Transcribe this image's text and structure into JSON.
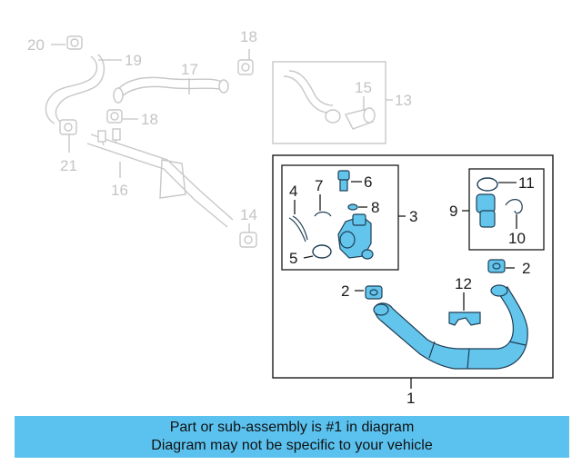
{
  "caption": {
    "line1": "Part or sub-assembly is #1 in diagram",
    "line2": "Diagram may not be specific to your vehicle"
  },
  "callouts": {
    "c20": "20",
    "c19": "19",
    "c18a": "18",
    "c17": "17",
    "c18b": "18",
    "c21": "21",
    "c16": "16",
    "c15": "15",
    "c13": "13",
    "c14": "14",
    "c6": "6",
    "c4": "4",
    "c7": "7",
    "c8": "8",
    "c3": "3",
    "c5": "5",
    "c11": "11",
    "c9": "9",
    "c10": "10",
    "c2a": "2",
    "c2b": "2",
    "c12": "12",
    "c1": "1"
  },
  "colors": {
    "highlight_part": "#63c4ec",
    "caption_bar": "#5bc2ef",
    "ghost_part": "#c8c8c8"
  }
}
